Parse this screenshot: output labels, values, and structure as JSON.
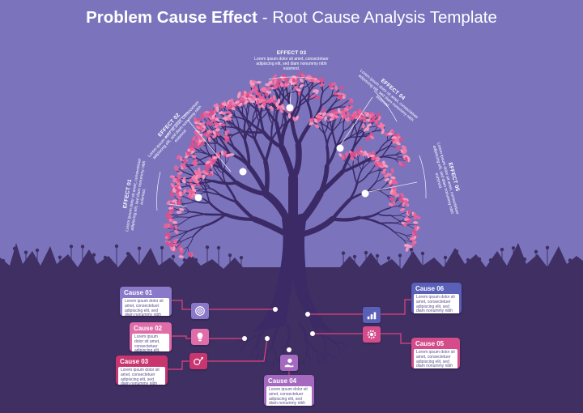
{
  "title": {
    "bold": "Problem Cause Effect",
    "rest": " - Root Cause Analysis Template"
  },
  "effects": [
    {
      "label": "EFFECT 01",
      "text": "Lorem ipsum dolor sit amet, consectetuer adipiscing elit, sed diam nonummy nibh euismod."
    },
    {
      "label": "EFFECT 02",
      "text": "Lorem ipsum dolor sit amet, consectetuer adipiscing elit, sed diam nonummy nibh euismod."
    },
    {
      "label": "EFFECT 03",
      "text": "Lorem ipsum dolor sit amet, consectetuer adipiscing elit, sed diam nonummy nibh euismod."
    },
    {
      "label": "EFFECT 04",
      "text": "Lorem ipsum dolor sit amet, consectetuer adipiscing elit, sed diam nonummy nibh euismod."
    },
    {
      "label": "EFFECT 05",
      "text": "Lorem ipsum dolor sit amet, consectetuer adipiscing elit, sed diam nonummy nibh euismod."
    }
  ],
  "causes": [
    {
      "label": "Cause 01",
      "text": "Lorem ipsum dolor sit amet, consectetuer adipiscing elit, sed diam nonummy nibh euismod.",
      "icon": "target-icon",
      "color": "#8a78c8"
    },
    {
      "label": "Cause 02",
      "text": "Lorem ipsum dolor sit amet, consectetuer adipiscing elit, sed diam nonummy nibh euismod.",
      "icon": "lightbulb-gear-icon",
      "color": "#e06ca8"
    },
    {
      "label": "Cause 03",
      "text": "Lorem ipsum dolor sit amet, consectetuer adipiscing elit, sed diam nonummy nibh euismod.",
      "icon": "money-growth-icon",
      "color": "#c8356f"
    },
    {
      "label": "Cause 04",
      "text": "Lorem ipsum dolor sit amet, consectetuer adipiscing elit, sed diam nonummy nibh euismod.",
      "icon": "hand-coin-icon",
      "color": "#a56ac0"
    },
    {
      "label": "Cause 05",
      "text": "Lorem ipsum dolor sit amet, consectetuer adipiscing elit, sed diam nonummy nibh euismod.",
      "icon": "gear-heart-icon",
      "color": "#d44d8a"
    },
    {
      "label": "Cause 06",
      "text": "Lorem ipsum dolor sit amet, consectetuer adipiscing elit, sed diam nonummy nibh euismod.",
      "icon": "bar-chart-icon",
      "color": "#5a5fb8"
    }
  ],
  "colors": {
    "sky": "#7b74bd",
    "ground": "#3f2f63",
    "tree": "#3b2a66",
    "leaf_pink": "#f07aa8",
    "connector": "#e0447f"
  }
}
